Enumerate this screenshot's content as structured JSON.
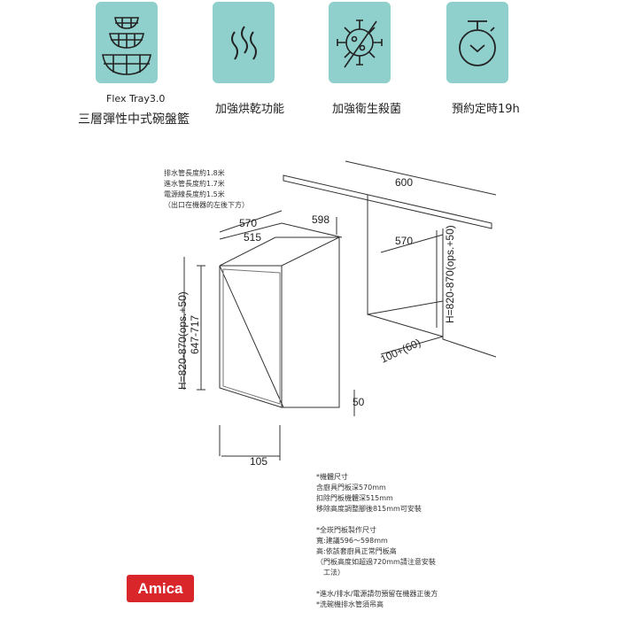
{
  "features": [
    {
      "icon": "basket-icon",
      "line1": "Flex Tray3.0",
      "line2": "三層彈性中式碗盤籃"
    },
    {
      "icon": "heat-waves-icon",
      "line1": "加強烘乾功能"
    },
    {
      "icon": "no-bacteria-icon",
      "line1": "加強衛生殺菌"
    },
    {
      "icon": "stopwatch-icon",
      "line1": "預約定時19h"
    }
  ],
  "hose_notes": [
    "排水管長度約1.8米",
    "進水管長度約1.7米",
    "電源線長度約1.5米",
    "（出口在機器的左後下方）"
  ],
  "dimensions": {
    "d600": "600",
    "d570_side": "570",
    "d570": "570",
    "d515": "515",
    "d598": "598",
    "h_left": "H=820-870(ops.+50)",
    "h647": "647-717",
    "h_right": "H=820-870(ops.+50)",
    "d100": "100+(60)",
    "d50": "50",
    "d105": "105"
  },
  "spec_notes": {
    "body": [
      "*機體尺寸",
      "含廚具門板深570mm",
      "扣除門板機體深515mm",
      "移除高度調整腳後815mm可安裝"
    ],
    "door": [
      "*全崁門板製作尺寸",
      "寬:建議596～598mm",
      "高:依該套廚具正常門板高",
      "（門板高度如超過720mm請注意安裝",
      "　工法）"
    ],
    "misc": [
      "*進水/排水/電源請勿預留在機器正後方",
      "*洗碗機排水管須吊高"
    ]
  },
  "brand": "Amica",
  "colors": {
    "icon_bg": "#8fd0cd",
    "brand": "#d9262b"
  }
}
